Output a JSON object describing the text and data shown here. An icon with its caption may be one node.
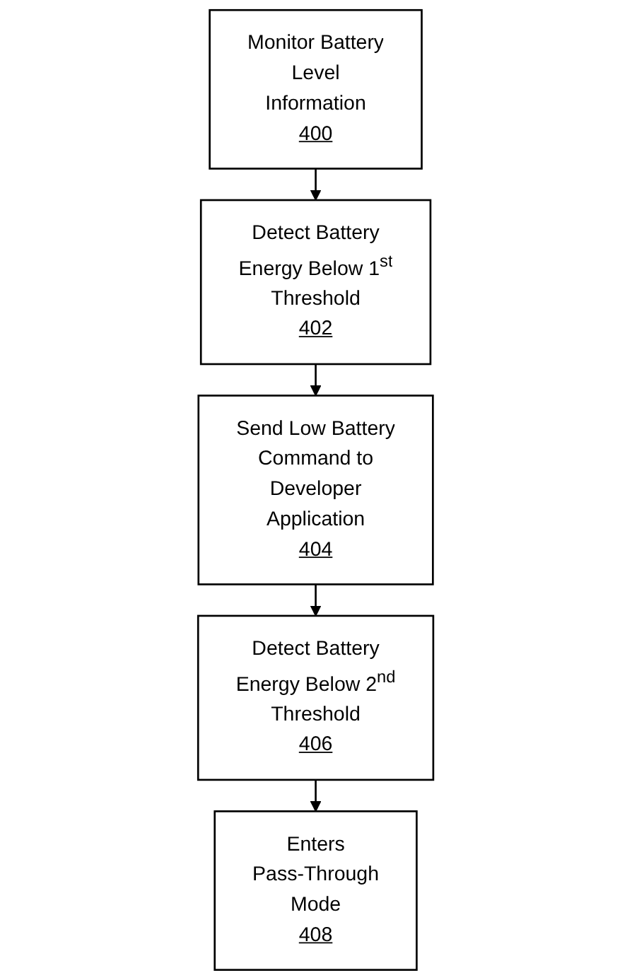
{
  "diagram": {
    "nodes": [
      {
        "text": [
          "Monitor Battery Level Information",
          "400"
        ]
      },
      {
        "text": [
          "Detect Battery Energy Below 1$^{st}$ Threshold",
          "402"
        ]
      },
      {
        "text": [
          "Send Low Battery Command to Developer Application",
          "404"
        ]
      },
      {
        "text": [
          "Detect Battery Energy Below 2$^{nd}$ Threshold",
          "406"
        ]
      },
      {
        "text": [
          "Enters Pass-Through Mode",
          "408"
        ]
      }
    ],
    "edges": [
      {
        "from": 0,
        "to": 1,
        "arrow": "to"
      },
      {
        "from": 1,
        "to": 2,
        "arrow": "to"
      },
      {
        "from": 2,
        "to": 3,
        "arrow": "to"
      },
      {
        "from": 3,
        "to": 4,
        "arrow": "to"
      }
    ]
  }
}
